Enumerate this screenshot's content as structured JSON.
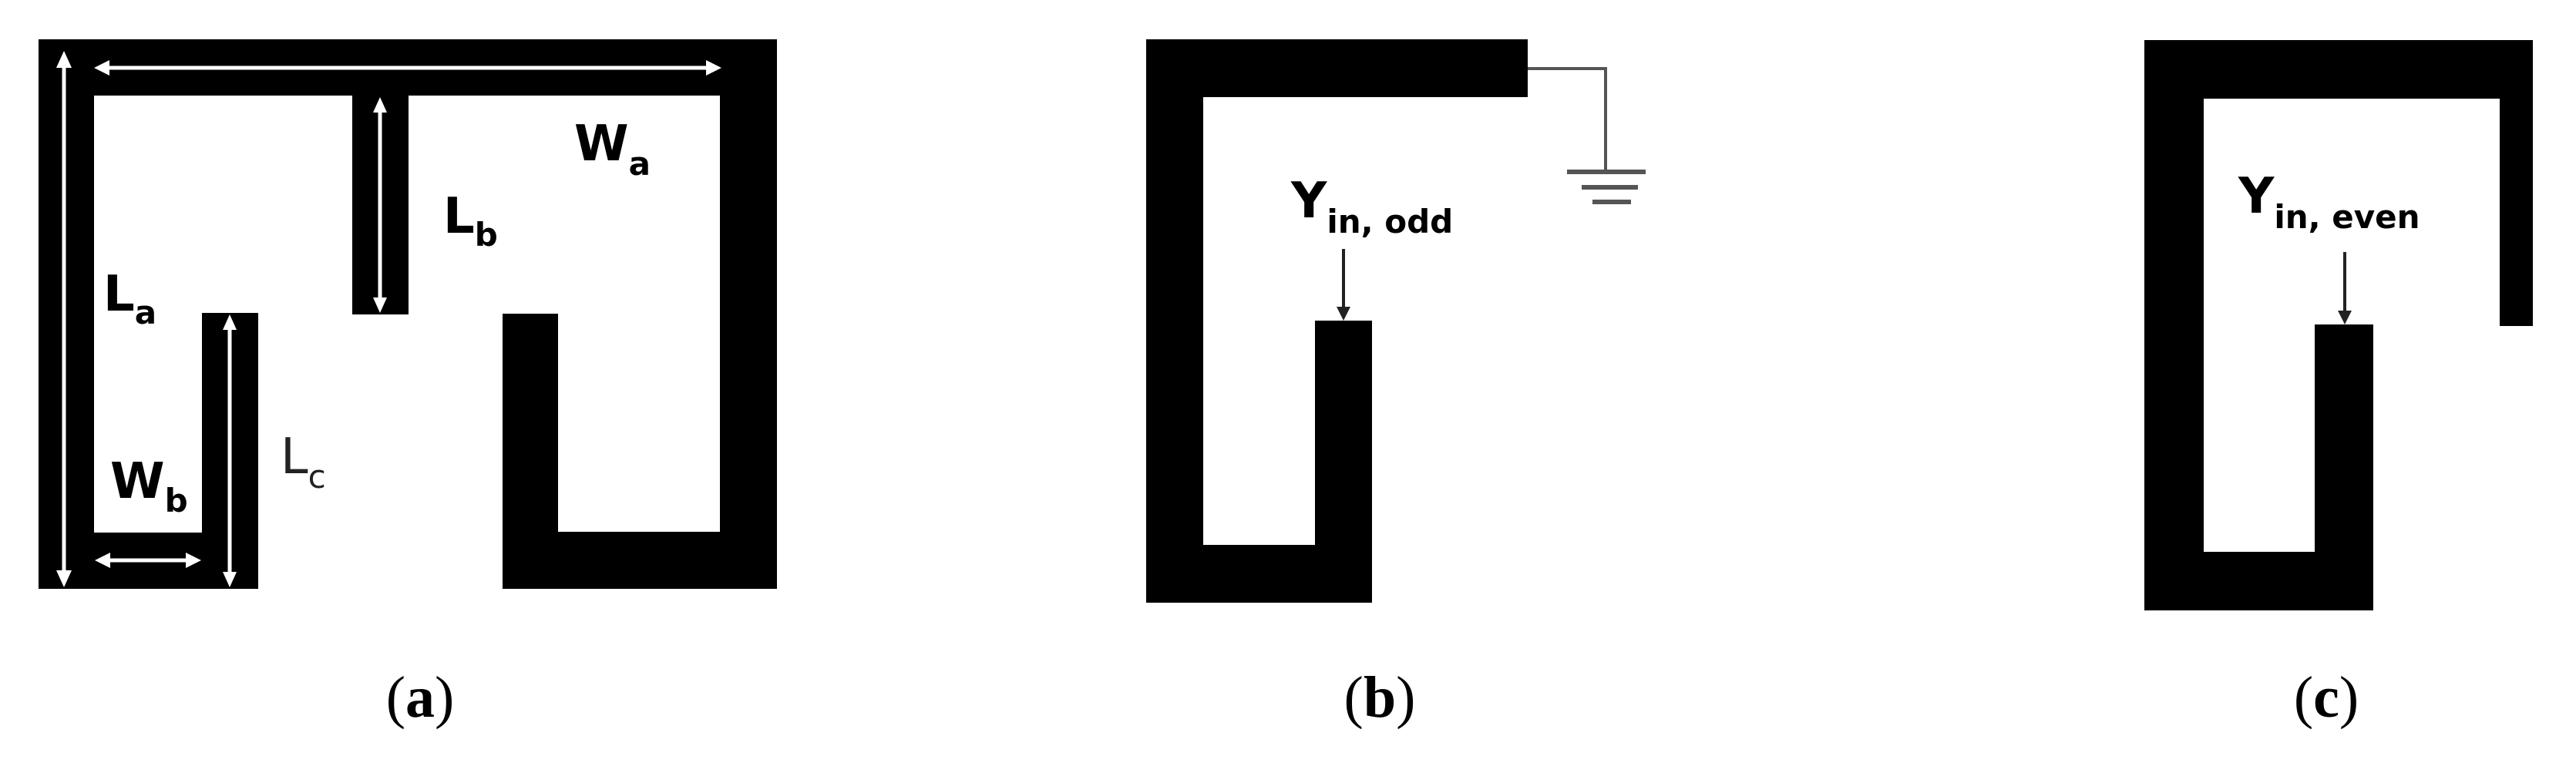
{
  "figure": {
    "type": "resonator-schematics",
    "colors": {
      "metal": "#000000",
      "background": "#ffffff",
      "dimension_arrows": "#ffffff",
      "ground_wire": "#555555"
    },
    "panels": [
      {
        "id": "a",
        "caption": {
          "open": "(",
          "letter": "a",
          "close": ")"
        },
        "description": "Resonator geometry with dimension annotations",
        "labels": {
          "Wa": {
            "main": "W",
            "sub": "a"
          },
          "Lb": {
            "main": "L",
            "sub": "b"
          },
          "La": {
            "main": "L",
            "sub": "a"
          },
          "Wb": {
            "main": "W",
            "sub": "b"
          },
          "Lc": {
            "main": "L",
            "sub": "c"
          }
        }
      },
      {
        "id": "b",
        "caption": {
          "open": "(",
          "letter": "b",
          "close": ")"
        },
        "description": "Odd-mode equivalent half-circuit (shorted to ground)",
        "labels": {
          "Yin": {
            "main": "Y",
            "sub": "in, odd"
          }
        },
        "termination": "ground"
      },
      {
        "id": "c",
        "caption": {
          "open": "(",
          "letter": "c",
          "close": ")"
        },
        "description": "Even-mode equivalent half-circuit (open end)",
        "labels": {
          "Yin": {
            "main": "Y",
            "sub": "in, even"
          }
        },
        "termination": "open"
      }
    ]
  }
}
